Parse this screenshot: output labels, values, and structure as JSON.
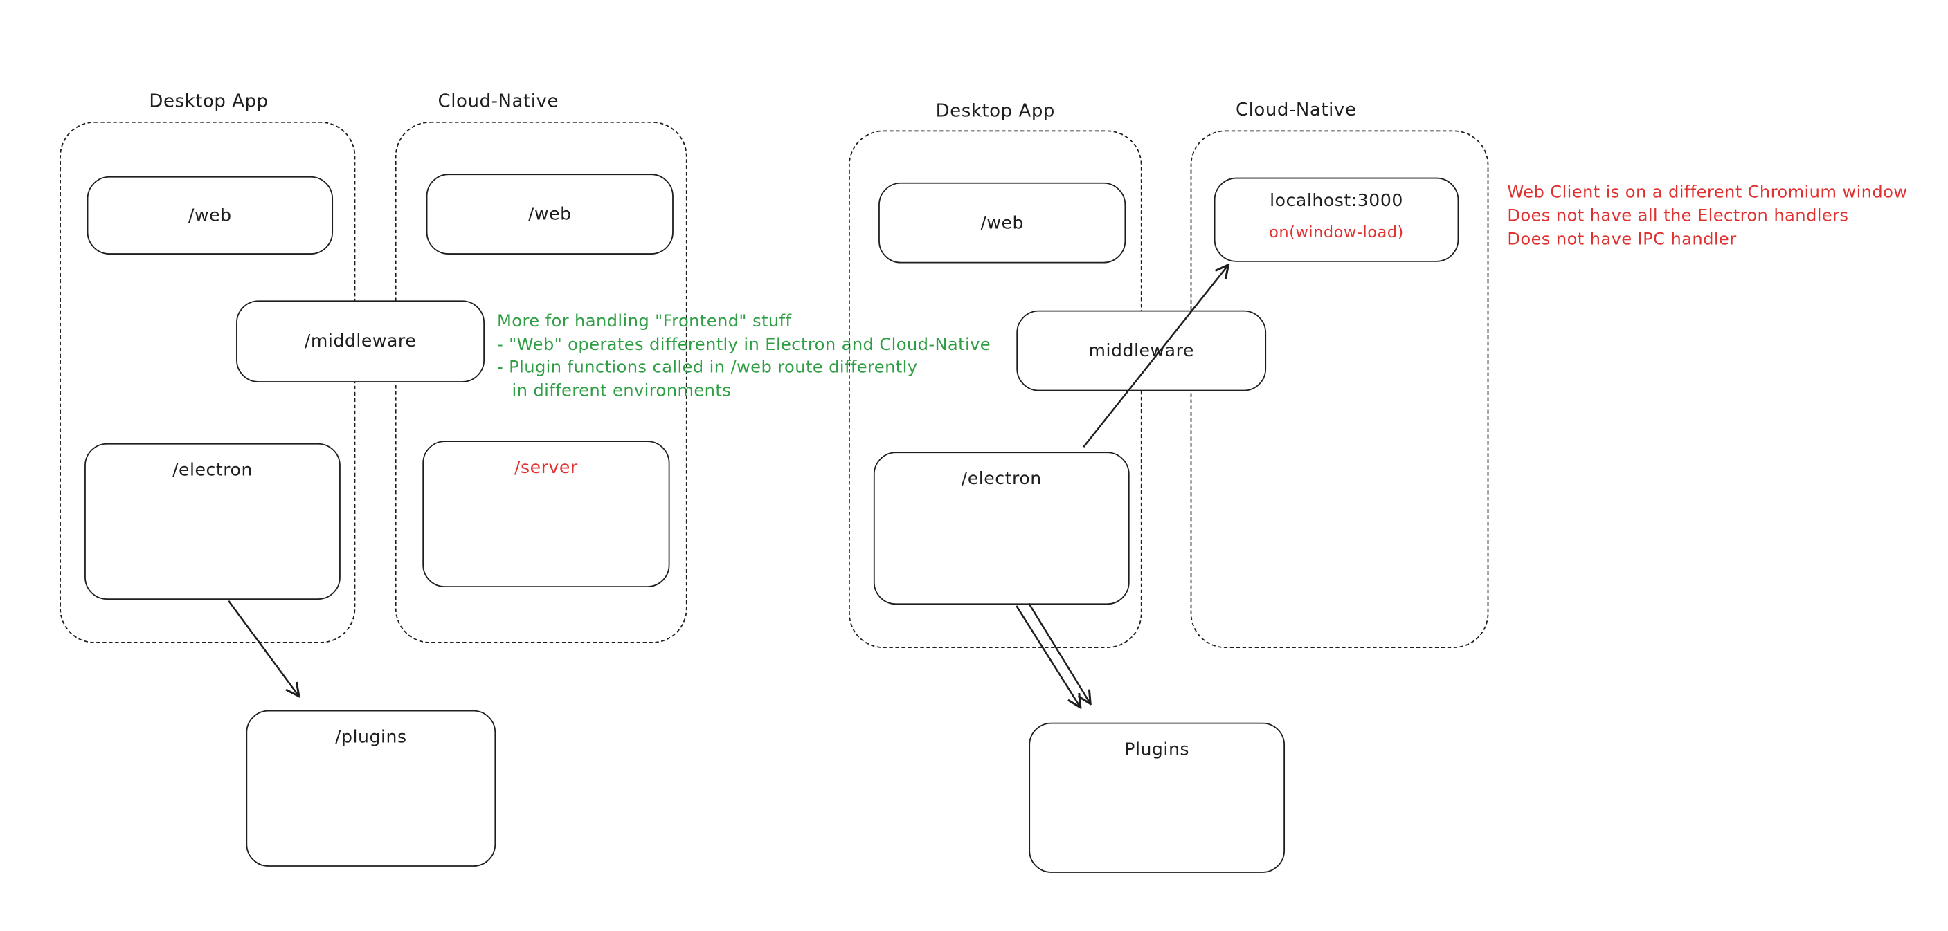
{
  "left": {
    "desktop": {
      "label": "Desktop App",
      "web": "/web",
      "middleware": "/middleware",
      "electron": "/electron"
    },
    "cloud": {
      "label": "Cloud-Native",
      "web": "/web",
      "server": "/server"
    },
    "plugins": "/plugins",
    "note": {
      "l1": "More for handling \"Frontend\" stuff",
      "l2": "- \"Web\" operates differently in Electron and Cloud-Native",
      "l3": "- Plugin functions called in /web route differently",
      "l4": "in different environments"
    }
  },
  "right": {
    "desktop": {
      "label": "Desktop App",
      "web": "/web",
      "middleware": "middleware",
      "electron": "/electron"
    },
    "cloud": {
      "label": "Cloud-Native",
      "localhost": "localhost:3000",
      "window_load": "on(window-load)"
    },
    "plugins": "Plugins",
    "note": {
      "l1": "Web Client is on a different Chromium window",
      "l2": "Does not have all the Electron handlers",
      "l3": "Does not have IPC handler"
    }
  },
  "colors": {
    "stroke": "#1e1e1e",
    "red": "#e03131",
    "green": "#2f9e44"
  }
}
